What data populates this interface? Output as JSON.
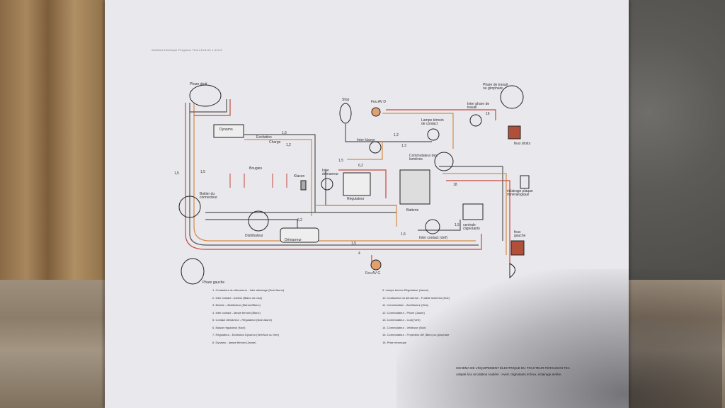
{
  "header_line": "Schéma électrique Ferguson TEA   21/01/21   1-11/21",
  "components": {
    "phare_droit": "Phare droit",
    "phare_gauche": "Phare gauche",
    "dynamo": "Dynamo",
    "excitation": "Excitation",
    "charge": "Charge",
    "stop": "Stop",
    "feu_av_d": "Feu AV D",
    "feu_av_g": "Feu AV G",
    "lampe_temoin": "Lampe témoin de contact",
    "inter_phare": "Inter phare de travail",
    "phare_travail": "Phare de travail ou girophare",
    "feux_droits": "feux droits",
    "feux_gauche": "feux gauche",
    "inter_klaxon": "Inter klaxon",
    "commutateur": "Commutateur des lumières",
    "bougies": "Bougies",
    "klaxon": "Klaxon",
    "inter_demarreur": "Inter démarreur",
    "regulateur": "Régulateur",
    "batterie": "Batterie",
    "boitier": "Boitier du connecteur",
    "distributeur": "Distributeur",
    "demarreur": "Démarreur",
    "inter_contact": "Inter contact (clef)",
    "centrale": "centrale clignotants",
    "eclairage": "éclairage plaque minéralogique"
  },
  "wire_numbers": [
    "1,5",
    "1,2",
    "1,5",
    "1,3",
    "1,2",
    "6,2",
    "1,5",
    "1,5",
    "6,2",
    "1,5",
    "1,5",
    "4",
    "16",
    "18",
    "1,5"
  ],
  "legend_left": [
    "1. Contacteur du démarreur - Inter allumage (Noir/Jaune)",
    "2. Inter contact - bobine (Blanc ou rose)",
    "3. Bobine - distributeur (Marron/Blanc)",
    "4. Inter contact - lampe témoin (Blanc)",
    "5. Contact démarreur - Régulateur (Noir/Jaune)",
    "6. Masse régulateur (Noir)",
    "7. Régulateur - Excitation Dynamo (Vert/Noir ou Vert)",
    "8. Dynamo - lampe témoin (Jaune)"
  ],
  "legend_right": [
    "9. Lampe témoin Régulateur (Jaune)",
    "10. Contacteur du démarreur - Fusible lumières (Noir)",
    "11. Commutateur - Avertisseur (Gris)",
    "12. Commutateur - Phare (Jaune)",
    "13. Commutateur - Codj (Vert)",
    "14. Commutateur - Veilleuse (Noir)",
    "15. Commutateur - Projecteur AR (Bleu) ou girophare",
    "16. Prise remorque"
  ],
  "title": "SCHÉMA DE L'ÉQUIPEMENT ÉLECTRIQUE DU TRACTEUR FERGUSON TEA",
  "subtitle": "Adapté à la circulation routière : Avert. clignotants et feux, éclairage arrière",
  "colors": {
    "paper": "#e9e8ec",
    "wire_red": "#c4493e",
    "wire_orange": "#d88a4a",
    "wire_gray": "#555555"
  }
}
